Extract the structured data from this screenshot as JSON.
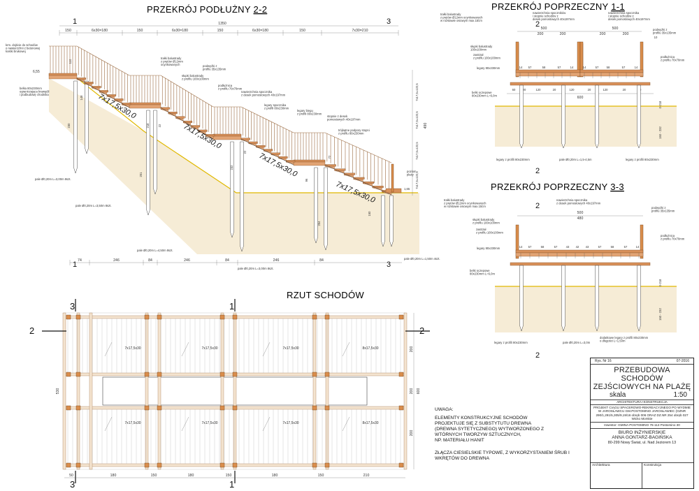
{
  "sections": {
    "longitudinal": {
      "title": "PRZEKRÓJ PODŁUŻNY",
      "mark": "2-2",
      "overall_length": "1350",
      "top_dims": [
        "150",
        "6x30=180",
        "150",
        "6x30=180",
        "150",
        "6x30=180",
        "150",
        "7x30=210"
      ],
      "bottom_dims": [
        "74",
        "246",
        "84",
        "246",
        "84",
        "246",
        "84"
      ],
      "flight_labels": [
        "7x17,5x30,0",
        "7x17,5x30,0",
        "7x17,5x30,0",
        "7x17,5x30,0"
      ],
      "right_dims": [
        "7x17,5=122,5",
        "7x17,5=122,5",
        "7x17,5=122,5",
        "7x17,5=122,5",
        "490"
      ],
      "pile_heights": [
        "230",
        "148",
        "201",
        "218",
        "232",
        "96",
        "204",
        "72",
        "150"
      ],
      "side_values": [
        "6,55",
        "110",
        "22",
        "22",
        "1,65"
      ],
      "annotations": [
        "krm. dojście do schodów\no nawierzchni z betonowej\nkostki brukowej",
        "belka 80x230mm\nograniczająca krawędź\ni podbudowę chodnika",
        "trałki balustrady\nz prętów Ø12mm\nocynkowanych",
        "słupki balustrady\nz profilu 100x100mm",
        "podwyżki z\nprofilu 35x135mm",
        "podłużnica\nz profilu 70x70mm",
        "nawierzchnia spocznika\nz desek pomostowych 40x197mm",
        "legary spocznika\nz profili 80x230mm",
        "legary biegu\nz profili 80x230mm",
        "stopnie z desek\npomostowych 40x197mm",
        "trójkątne podpory stopni\nz profilu 80x230mm",
        "poziom\nplaży",
        "pale Ø0,20m L=3,00m 8szt.",
        "pale Ø0,20m L=3,50m 8szt.",
        "pale Ø0,20m L=4,50m 8szt.",
        "pale Ø0,20m L=3,00m 8szt.",
        "pale Ø0,20m L=1,50m 4szt."
      ]
    },
    "cross_1_1": {
      "title": "PRZEKRÓJ POPRZECZNY",
      "mark": "1-1",
      "top_dims": [
        "500",
        "500",
        "200",
        "200",
        "200",
        "200"
      ],
      "inner_dims": [
        "14",
        "57",
        "58",
        "57",
        "14",
        "14",
        "57",
        "58",
        "57",
        "14"
      ],
      "bottom_dims": [
        "60",
        "20",
        "120",
        "20",
        "120",
        "20",
        "120",
        "20",
        "60"
      ],
      "total": "600",
      "right_dims": [
        "0-218",
        "150 - 232",
        "10"
      ],
      "annotations": [
        "trałki balustrady\nz prętów Ø12mm ocynkowanych\nw rozstawie osiowym max.15cm",
        "nawierzchnia spoczników\ni stopnie schodów z\ndesek pomostowych 40x197mm",
        "nawierzchnia spocznika\ni stopnie schodów z\ndesek pomostowych 40x197mm",
        "podwyżki z\nprofilu 35x135mm",
        "słupki balustrady\n100x100mm",
        "zastrzał\nz profilu 100x100mm",
        "legary 80x230mm",
        "belki oczepowe\n80x230mm L=6,0m",
        "podłużnica\nz profilu 70x70mm",
        "legary z profili 80x230mm",
        "pale Ø0,20m L=1,5-4,5m",
        "legary z profili 80x230mm"
      ]
    },
    "cross_3_3": {
      "title": "PRZEKRÓJ POPRZECZNY",
      "mark": "3-3",
      "top_dims": [
        "500",
        "480"
      ],
      "inner_dims": [
        "14",
        "57",
        "58",
        "57",
        "43",
        "42",
        "43",
        "57",
        "58",
        "57",
        "14"
      ],
      "right_dims": [
        "0-218",
        "150 - 232"
      ],
      "annotations": [
        "trałki balustrady\nz prętów Ø12mm ocynkowanych\nw rozstawie osiowym max.15cm",
        "nawierzchnia spocznika\nz desek pomostowych 40x197mm",
        "podwyżki z\nprofilu 35x135mm",
        "słupki balustrady\nz profilu 100x100mm",
        "zastrzał\nz profilu 100x100mm",
        "legary 80x230mm",
        "podłużnica\nz profilu 70x70mm",
        "belki oczepowe\n80x230mm L=6,0m",
        "legary z profili 80x230mm",
        "pale Ø0,20m L=3,0m",
        "dodatkowe legary z profili 80x230mm\no długości L=1,50m"
      ]
    },
    "plan": {
      "title": "RZUT SCHODÓW",
      "marks": [
        "2",
        "2",
        "3",
        "3"
      ],
      "step_labels": [
        "7x17,5x30",
        "7x17,5x30",
        "7x17,5x30",
        "8x17,5x30",
        "7x17,5x30",
        "7x17,5x30",
        "7x17,5x30",
        "8x17,5x30"
      ],
      "bottom_dims": [
        "50",
        "180",
        "150",
        "180",
        "150",
        "180",
        "150",
        "210"
      ],
      "right_dims": [
        "200",
        "200",
        "200",
        "600"
      ],
      "left_dim": "530"
    }
  },
  "marks": {
    "sec1_top": "1",
    "sec1_bottom": "1",
    "sec3_top": "3",
    "sec3_bottom": "3",
    "sec2_left": "2",
    "sec2_right": "2",
    "s3_top": "3",
    "s3_bottom": "3"
  },
  "notes": {
    "heading": "UWAGA:",
    "lines": [
      "ELEMENTY KONSTRUKCYJNE SCHODÓW",
      "PROJEKTUJE SIĘ Z SUBSTYTUTU DREWNA",
      "(DREWNA SYTETYCZNEGO) WYTWORZONEGO Z",
      "WTÓRNYCH TWORZYW SZTUCZNYCH,",
      "NP. MATERIAŁU HANIT"
    ],
    "joints": "ZŁĄCZA CIESIELSKIE TYPOWE, Z WYKORZYSTANIEM ŚRUB I WKRĘTÓW DO DREWNA"
  },
  "title_block": {
    "sheet_no": "Rys. Nr 16",
    "date": "07-2016",
    "title": "PRZEBUDOWA SCHODÓW ZEJŚCIOWYCH NA PLAŻĘ",
    "scale_label": "skala",
    "scale": "1:50",
    "branch": "ARCHITEKTURA+KONSTRUKCJA",
    "project": "PROJEKT CIĄGU SPACEROWO-REKREACYJNEGO PO WYDMIE W JAROSŁAWCU GM.POSTOMINO JAROSŁAWIEC (OZNR 290/1,291/5,305/9,19/16 obręb 006 ORAZ DZ.NR 254 obręb 027 Wicko Morskie",
    "investor": "Inwestor: GMINA POSTOMINO 76-113 Postomino 30",
    "office": "BIURO INŻYNIERSKIE",
    "office_owner": "ANNA GONTARZ-BAGIŃSKA",
    "office_address": "80-299 Nowy Świat, ul. Nad Jeziorem 13",
    "role_arch": "Architektura",
    "role_konstr": "Konstrukcja"
  }
}
